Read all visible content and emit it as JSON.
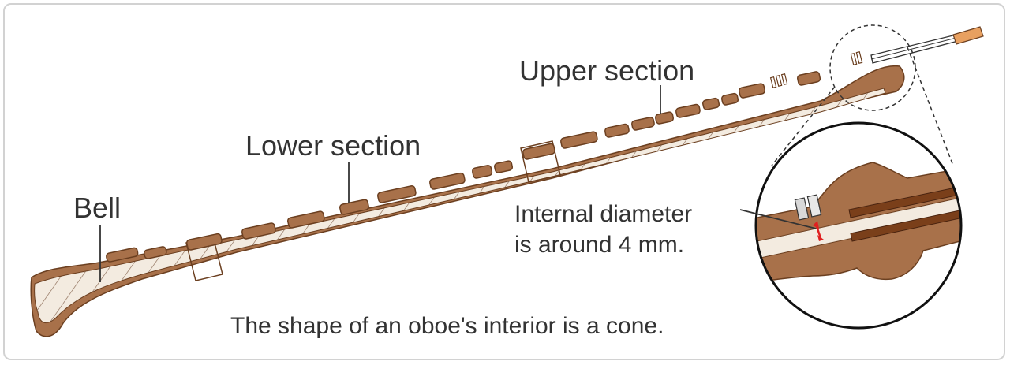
{
  "labels": {
    "upper_section": "Upper section",
    "lower_section": "Lower section",
    "bell": "Bell",
    "internal_diameter_line1": "Internal diameter",
    "internal_diameter_line2": "is around 4 mm."
  },
  "caption": "The shape of an oboe's interior is a cone.",
  "colors": {
    "wood": "#a8714a",
    "wood_outline": "#6b3f20",
    "bore": "#f3ebe0",
    "hatch": "#8a6a55",
    "leader": "#333333",
    "measure": "#e02020",
    "reed": "#e8a060",
    "frame": "#d2d2d2"
  }
}
